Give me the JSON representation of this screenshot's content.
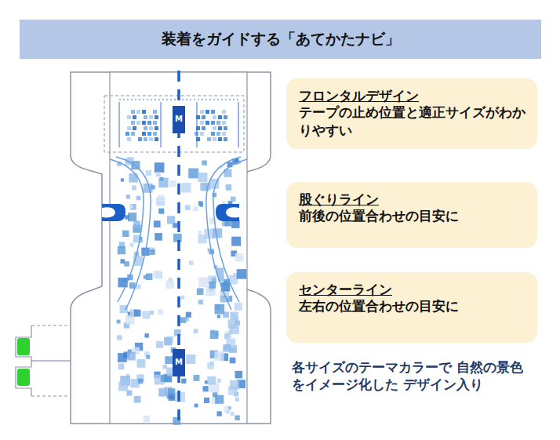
{
  "diagram": {
    "title": "装着をガイドする「あてかたナビ」",
    "nodes": [
      {
        "text": [
          "フロンタルデザイン",
          "テープの止め位置と適正サイズがわかりやすい"
        ]
      },
      {
        "text": [
          "股ぐりライン",
          "前後の位置合わせの目安に"
        ]
      },
      {
        "text": [
          "センターライン",
          "左右の位置合わせの目安に"
        ]
      }
    ],
    "labels": [
      "各サイズのテーマカラーで 自然の景色をイメージ化した デザイン入り",
      "M",
      "M"
    ]
  }
}
